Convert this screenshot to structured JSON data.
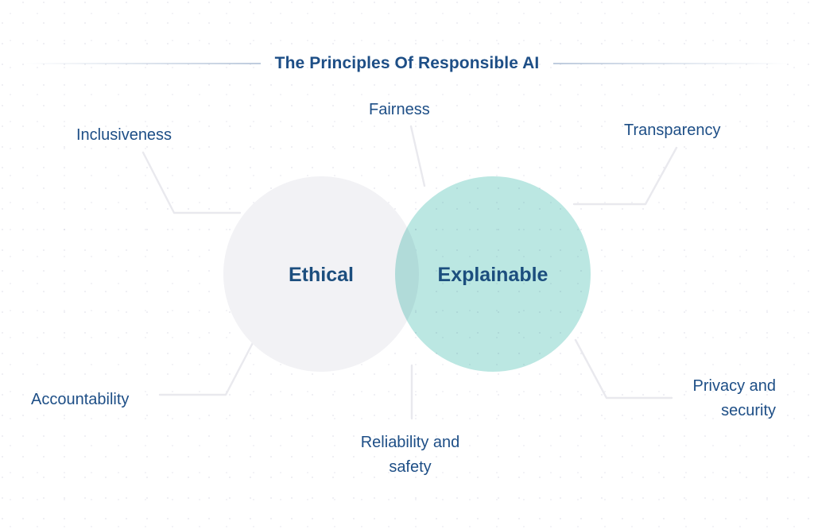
{
  "header": {
    "title": "The Principles Of Responsible AI",
    "rule_color": "#a8bad2"
  },
  "theme": {
    "text_navy": "#1d4e86",
    "circle_left_fill": "#f2f2f5",
    "circle_right_fill": "#bbe7e2",
    "overlap_fill": "#9bdad4",
    "connector_stroke": "#e9e9ee",
    "background": "#ffffff"
  },
  "venn": {
    "left_circle": {
      "label": "Ethical"
    },
    "right_circle": {
      "label": "Explainable"
    }
  },
  "principles": [
    {
      "id": "inclusiveness",
      "label": "Inclusiveness",
      "position": "top-left"
    },
    {
      "id": "fairness",
      "label": "Fairness",
      "position": "top-center"
    },
    {
      "id": "transparency",
      "label": "Transparency",
      "position": "top-right"
    },
    {
      "id": "accountability",
      "label": "Accountability",
      "position": "bottom-left"
    },
    {
      "id": "reliability",
      "label": "Reliability and\nsafety",
      "position": "bottom-center"
    },
    {
      "id": "privacy",
      "label": "Privacy and\nsecurity",
      "position": "bottom-right"
    }
  ]
}
